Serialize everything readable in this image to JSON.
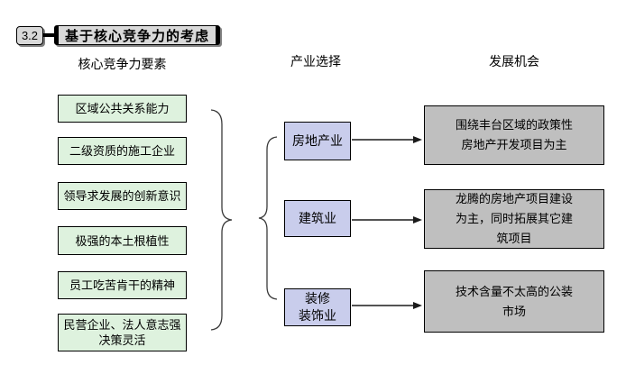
{
  "colors": {
    "canvas-bg": "#ffffff",
    "competency-fill": "#def2de",
    "industry-fill": "#c9cdec",
    "opportunity-fill": "#bfbfbf",
    "box-border": "#000000",
    "title-fill": "#d9d9d9",
    "title-shadow": "#808080",
    "line-color": "#333333",
    "text-color": "#000000"
  },
  "title": {
    "section_number": "3.2",
    "text": "基于核心竞争力的考虑"
  },
  "headers": {
    "left": "核心竞争力要素",
    "middle": "产业选择",
    "right": "发展机会"
  },
  "competencies": [
    "区域公共关系能力",
    "二级资质的施工企业",
    "领导求发展的创新意识",
    "极强的本土根植性",
    "员工吃苦肯干的精神",
    "民营企业、法人意志强\n决策灵活"
  ],
  "industries": [
    "房地产业",
    "建筑业",
    "装修\n装饰业"
  ],
  "opportunities": [
    "围绕丰台区域的政策性\n房地产开发项目为主",
    "龙腾的房地产项目建设\n为主，同时拓展其它建\n筑项目",
    "技术含量不太高的公装\n市场"
  ]
}
